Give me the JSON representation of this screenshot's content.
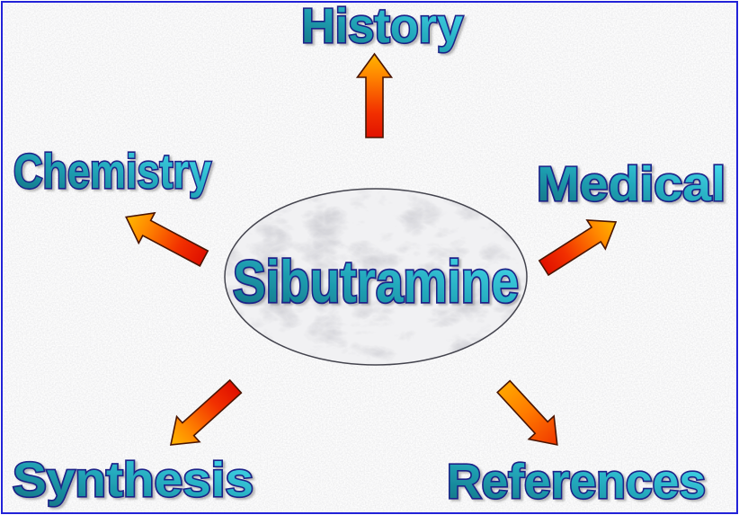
{
  "slide": {
    "center_label": "Sibutramine",
    "topics": [
      {
        "label": "History",
        "arrow_direction": "up"
      },
      {
        "label": "Chemistry",
        "arrow_direction": "up-left"
      },
      {
        "label": "Medical",
        "arrow_direction": "up-right"
      },
      {
        "label": "Synthesis",
        "arrow_direction": "down-left"
      },
      {
        "label": "References",
        "arrow_direction": "down-right"
      }
    ],
    "colors": {
      "page_border": "#2222D8",
      "page_background": "#FFFFFF",
      "label_gradient_dark": "#0F6F80",
      "label_gradient_light": "#49E0F2",
      "label_outline": "#1C2088",
      "arrow_tip_orange": "#FFB800",
      "arrow_tail_red": "#DD0C00",
      "arrow_outline": "#4A1400",
      "ellipse_outline": "#44444E",
      "ellipse_texture": "marble-gray"
    }
  }
}
